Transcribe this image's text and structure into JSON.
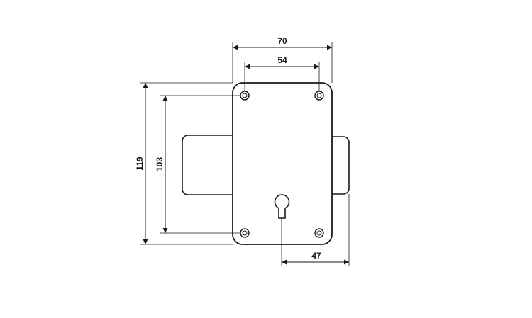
{
  "diagram": {
    "subject": "rim lock technical drawing",
    "dimensions": {
      "width_overall": "70",
      "hole_spacing_horizontal": "54",
      "height_overall": "119",
      "hole_spacing_vertical": "103",
      "keyhole_to_edge": "47"
    }
  }
}
